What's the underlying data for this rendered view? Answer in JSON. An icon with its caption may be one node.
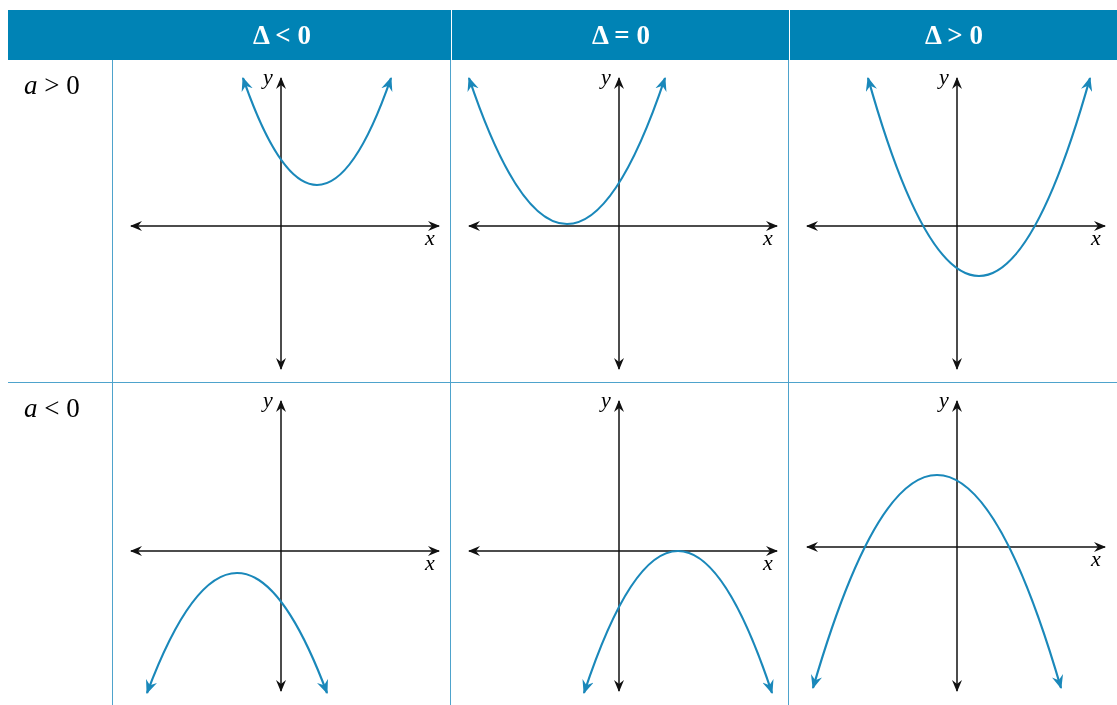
{
  "diagram": {
    "labels": [
      "Δ < 0",
      "Δ = 0",
      "Δ > 0",
      "*a* > 0",
      "y",
      "x",
      "y",
      "x",
      "y",
      "x",
      "*a* < 0",
      "y",
      "x",
      "y",
      "x",
      "y",
      "x"
    ]
  }
}
